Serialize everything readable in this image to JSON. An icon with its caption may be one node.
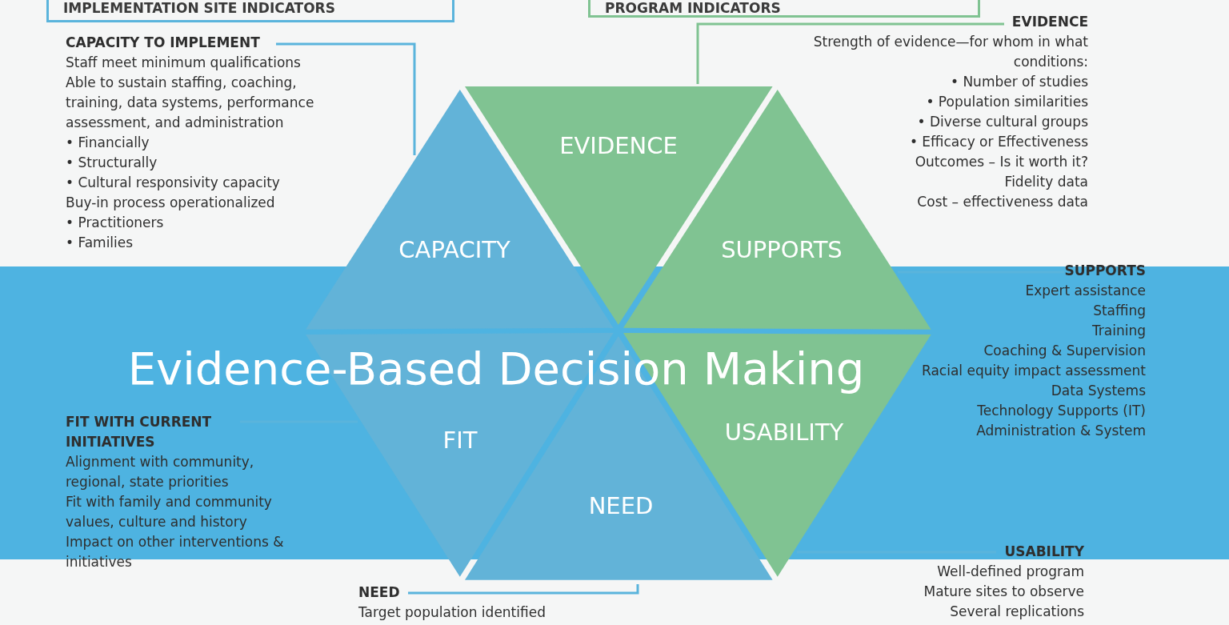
{
  "diagram": {
    "title": "Evidence-Based Decision Making",
    "nodes": [
      {
        "text": [
          "IMPLEMENTATION SITE INDICATORS"
        ]
      },
      {
        "text": [
          "PROGRAM INDICATORS"
        ]
      },
      {
        "text": [
          "EVIDENCE"
        ]
      },
      {
        "text": [
          "CAPACITY"
        ]
      },
      {
        "text": [
          "SUPPORTS"
        ]
      },
      {
        "text": [
          "FIT"
        ]
      },
      {
        "text": [
          "USABILITY"
        ]
      },
      {
        "text": [
          "NEED"
        ]
      },
      {
        "text": [
          "CAPACITY TO IMPLEMENT",
          "Staff meet minimum qualifications",
          "Able to sustain staffing, coaching, training, data systems, performance assessment, and administration",
          "• Financially",
          "• Structurally",
          "• Cultural responsivity capacity",
          "Buy-in process operationalized",
          "• Practitioners",
          "• Families"
        ]
      },
      {
        "text": [
          "EVIDENCE",
          "Strength of evidence—for whom in what conditions:",
          "• Number of studies",
          "• Population similarities",
          "• Diverse cultural groups",
          "• Efficacy or Effectiveness",
          "Outcomes – Is it worth it?",
          "Fidelity data",
          "Cost – effectiveness data"
        ]
      },
      {
        "text": [
          "SUPPORTS",
          "Expert assistance",
          "Staffing",
          "Training",
          "Coaching & Supervision",
          "Racial equity impact assessment",
          "Data Systems",
          "Technology Supports (IT)",
          "Administration & System"
        ]
      },
      {
        "text": [
          "FIT WITH CURRENT INITIATIVES",
          "Alignment with community, regional, state priorities",
          "Fit with family and community values, culture and history",
          "Impact on other interventions & initiatives"
        ]
      },
      {
        "text": [
          "USABILITY",
          "Well-defined program",
          "Mature sites to observe",
          "Several replications"
        ]
      },
      {
        "text": [
          "NEED",
          "Target population identified"
        ]
      }
    ],
    "edges": [
      {
        "from": 8,
        "to": 3,
        "arrow": "none"
      },
      {
        "from": 9,
        "to": 2,
        "arrow": "none"
      },
      {
        "from": 10,
        "to": 4,
        "arrow": "none"
      },
      {
        "from": 11,
        "to": 5,
        "arrow": "none"
      },
      {
        "from": 12,
        "to": 6,
        "arrow": "none"
      },
      {
        "from": 13,
        "to": 7,
        "arrow": "none"
      }
    ]
  }
}
